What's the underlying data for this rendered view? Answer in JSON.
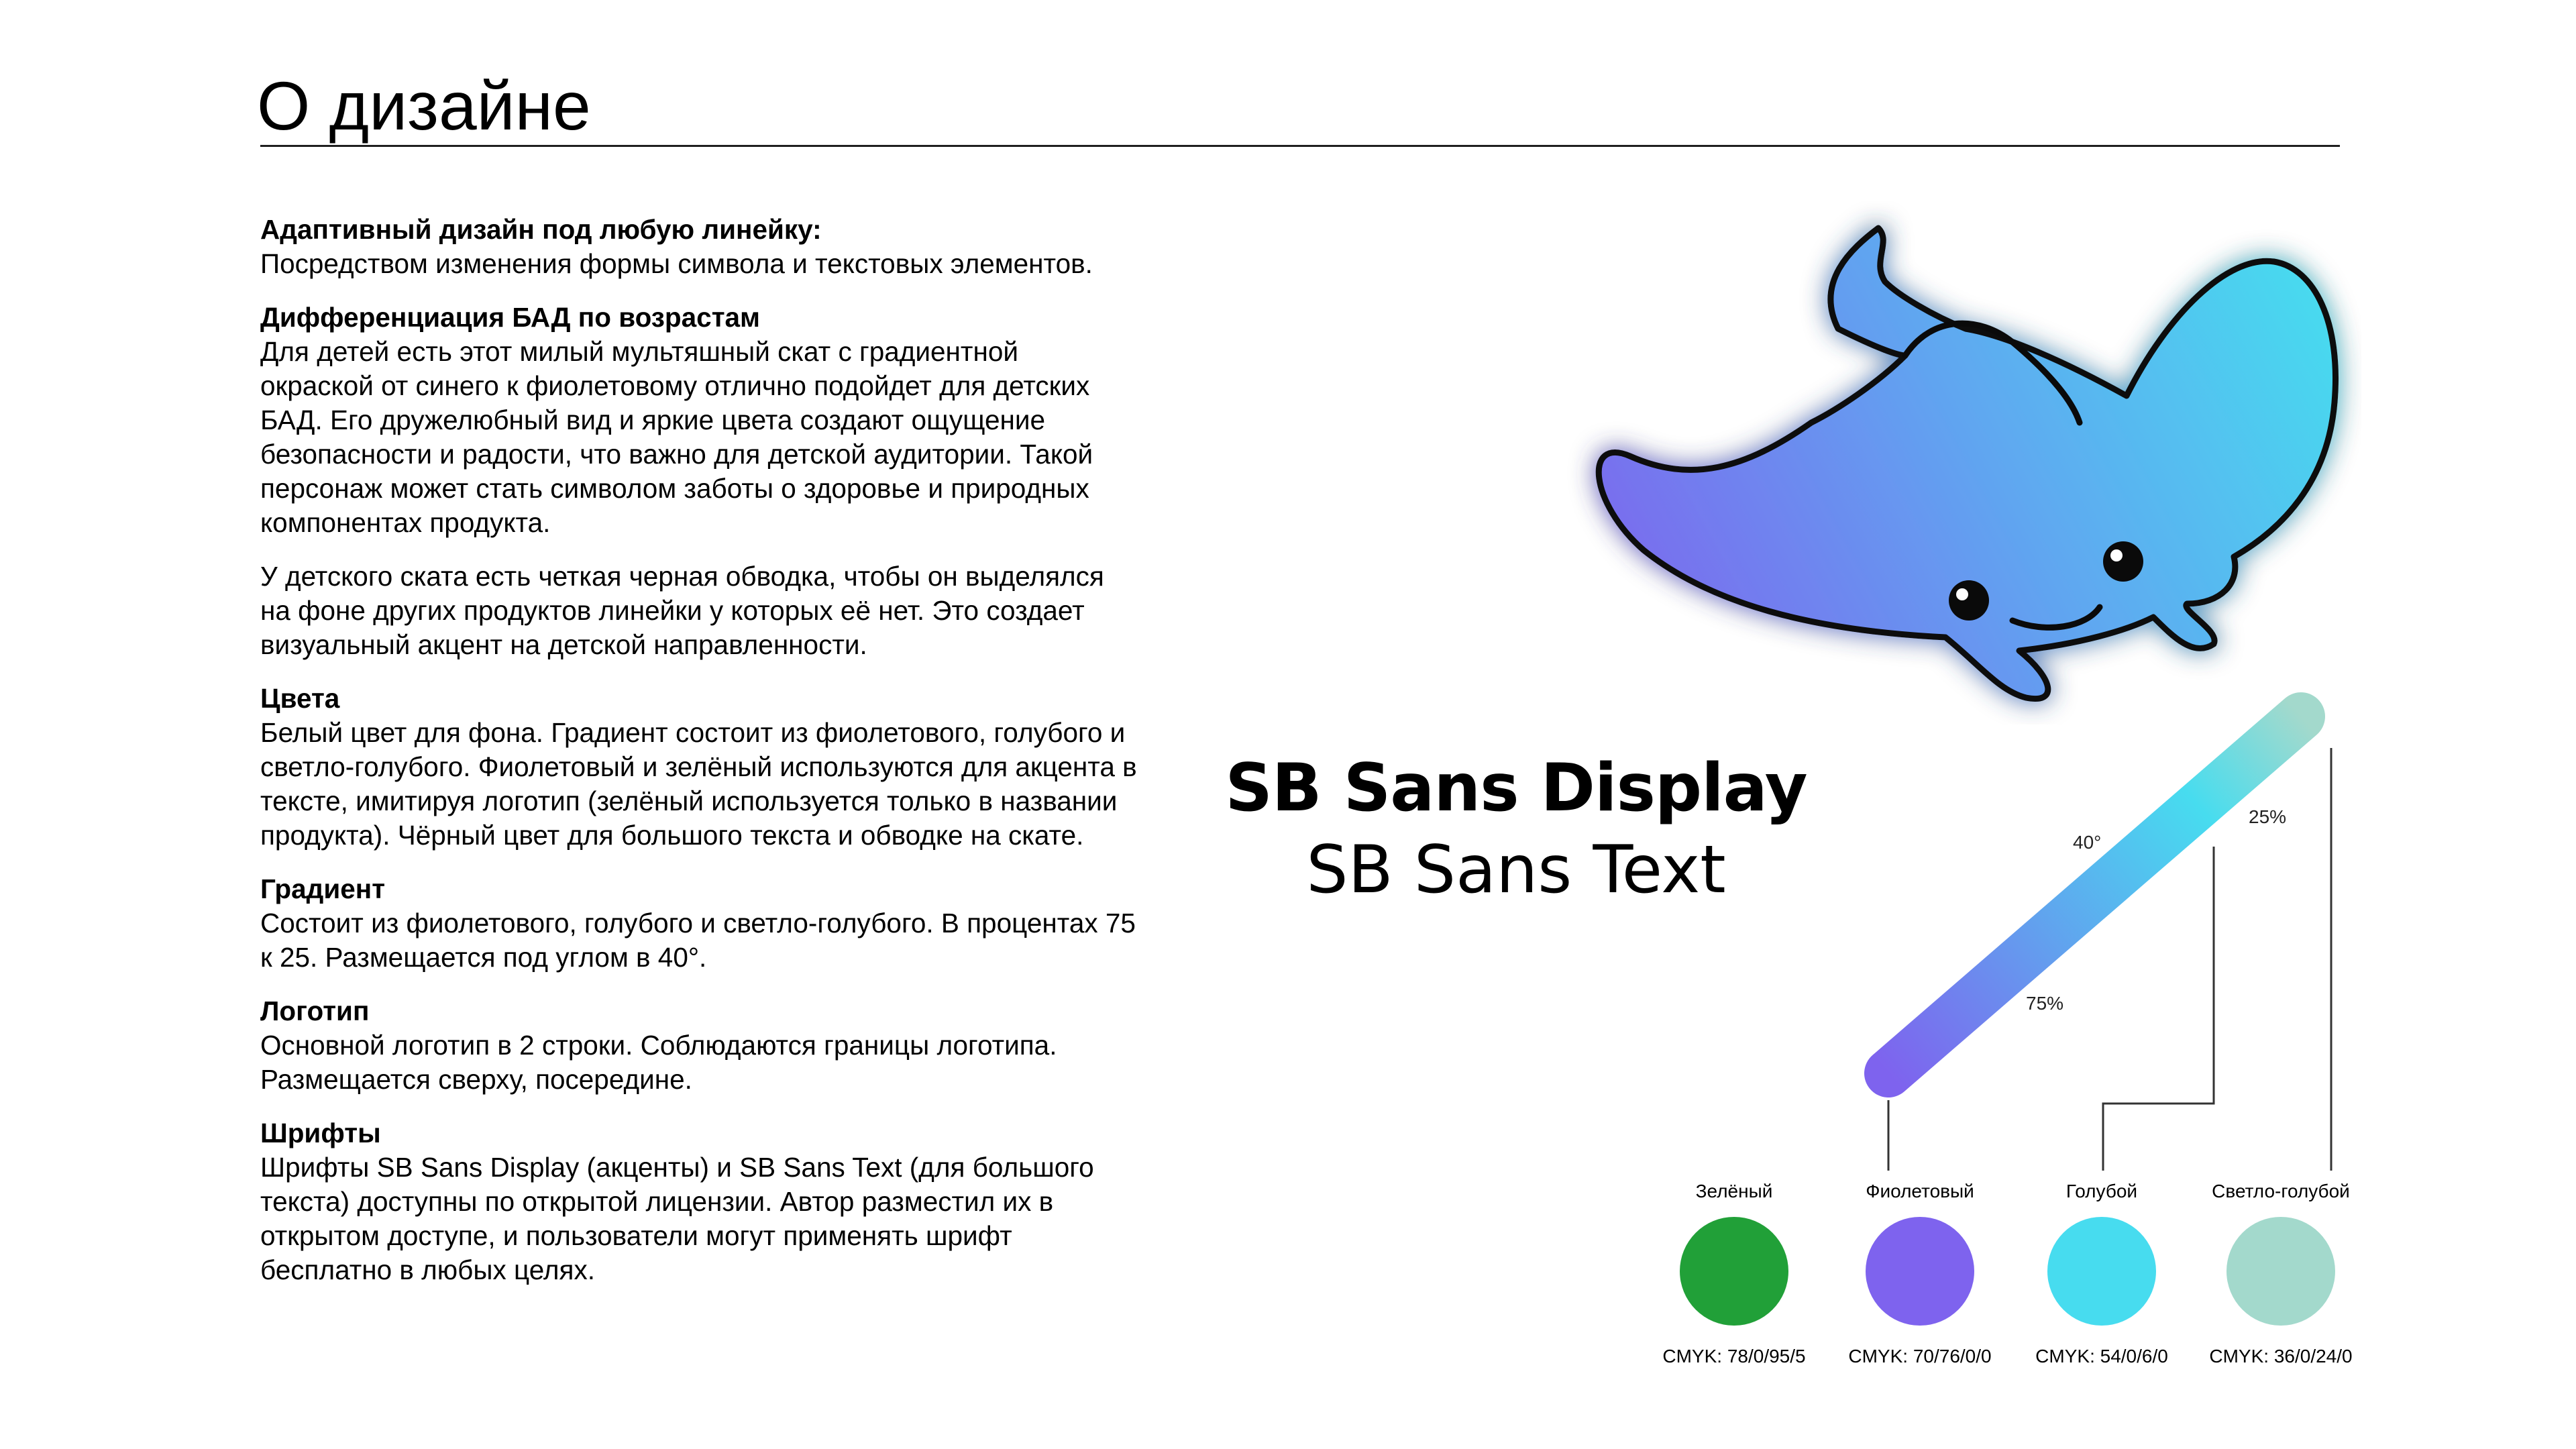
{
  "title": "О дизайне",
  "sections": [
    {
      "heading": "Адаптивный дизайн под любую линейку:",
      "body": "Посредством изменения формы символа и текстовых элементов."
    },
    {
      "heading": "Дифференциация БАД по возрастам",
      "body": "Для детей есть этот милый мультяшный скат с градиентной окраской от синего к фиолетовому отлично подойдет для детских БАД. Его дружелюбный вид и яркие цвета создают ощущение безопасности и радости, что важно для детской аудитории. Такой персонаж может стать символом заботы о здоровье и природных компонентах продукта."
    },
    {
      "heading": "",
      "body": "У детского ската есть четкая черная обводка, чтобы он выделялся на фоне других продуктов линейки у которых её нет. Это создает визуальный акцент на детской направленности."
    },
    {
      "heading": "Цвета",
      "body": "Белый цвет для фона. Градиент состоит из фиолетового, голубого и светло-голубого. Фиолетовый и зелёный используются для акцента в тексте, имитируя логотип (зелёный используется только в названии продукта). Чёрный цвет для большого текста и обводке на скате."
    },
    {
      "heading": "Градиент",
      "body": "Состоит из фиолетового, голубого и светло-голубого. В процентах 75 к 25. Размещается под углом в 40°."
    },
    {
      "heading": "Логотип",
      "body": "Основной логотип в 2 строки. Соблюдаются границы логотипа. Размещается сверху, посередине."
    },
    {
      "heading": "Шрифты",
      "body": "Шрифты SB Sans Display (акценты) и SB Sans Text (для большого текста) доступны по открытой лицензии. Автор разместил их в открытом доступе, и пользователи могут применять шрифт бесплатно в любых целях."
    }
  ],
  "fonts": {
    "display": "SB Sans Display",
    "text": "SB Sans Text"
  },
  "gradient": {
    "angle_label": "40°",
    "pct_low": "75%",
    "pct_high": "25%",
    "colors": {
      "violet": "#7E63EE",
      "blue": "#47DCEF",
      "light_blue": "#A3D9CC"
    }
  },
  "swatches": [
    {
      "name": "Зелёный",
      "cmyk": "CMYK: 78/0/95/5",
      "color": "#21A038"
    },
    {
      "name": "Фиолетовый",
      "cmyk": "CMYK: 70/76/0/0",
      "color": "#7E63EE"
    },
    {
      "name": "Голубой",
      "cmyk": "CMYK: 54/0/6/0",
      "color": "#47DCEF"
    },
    {
      "name": "Светло-голубой",
      "cmyk": "CMYK: 36/0/24/0",
      "color": "#A3D9CC"
    }
  ],
  "mascot": {
    "icon": "stingray-icon",
    "outline": "#0A0A0A"
  }
}
